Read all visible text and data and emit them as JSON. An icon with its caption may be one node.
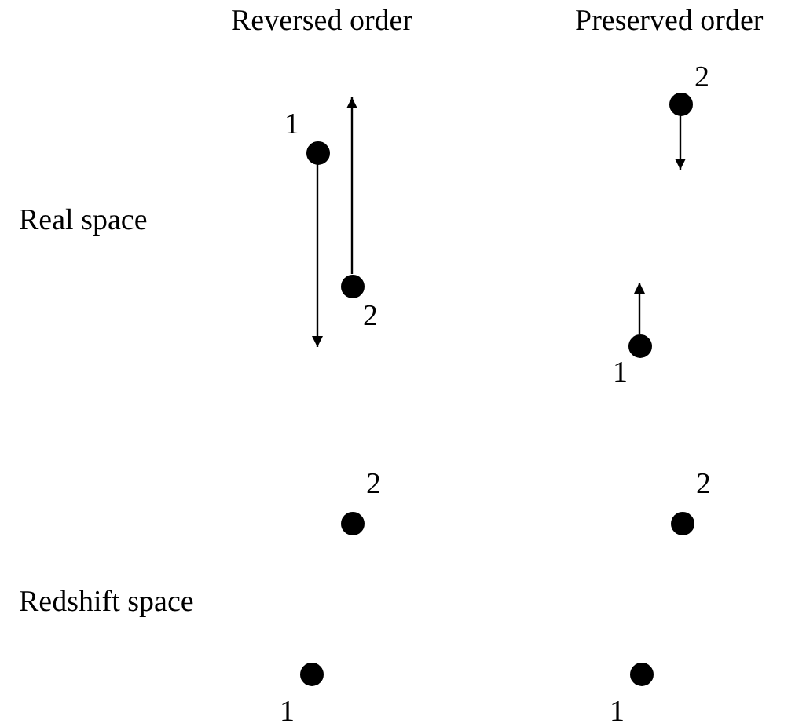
{
  "diagram": {
    "nodes": [
      {
        "text": [],
        "shape": "circle",
        "beside": [
          "2"
        ]
      },
      {
        "text": [],
        "shape": "circle",
        "beside": [
          "1"
        ]
      },
      {
        "text": [],
        "shape": "circle",
        "beside": [
          "2"
        ]
      },
      {
        "text": [],
        "shape": "circle",
        "beside": [
          "1"
        ]
      },
      {
        "text": [],
        "shape": "circle",
        "beside": [
          "2"
        ]
      },
      {
        "text": [],
        "shape": "circle",
        "beside": [
          "2"
        ]
      },
      {
        "text": [],
        "shape": "circle",
        "beside": [
          "1"
        ]
      },
      {
        "text": [],
        "shape": "circle",
        "beside": [
          "1"
        ]
      }
    ],
    "edges": [
      {
        "from": 0,
        "to": null,
        "arrow": "to"
      },
      {
        "from": 1,
        "to": null,
        "arrow": "to"
      },
      {
        "from": 2,
        "to": null,
        "arrow": "to"
      },
      {
        "from": 3,
        "to": null,
        "arrow": "to"
      }
    ],
    "labels": [
      "Reversed order",
      "Preserved order",
      "Real space",
      "Redshift space"
    ]
  }
}
